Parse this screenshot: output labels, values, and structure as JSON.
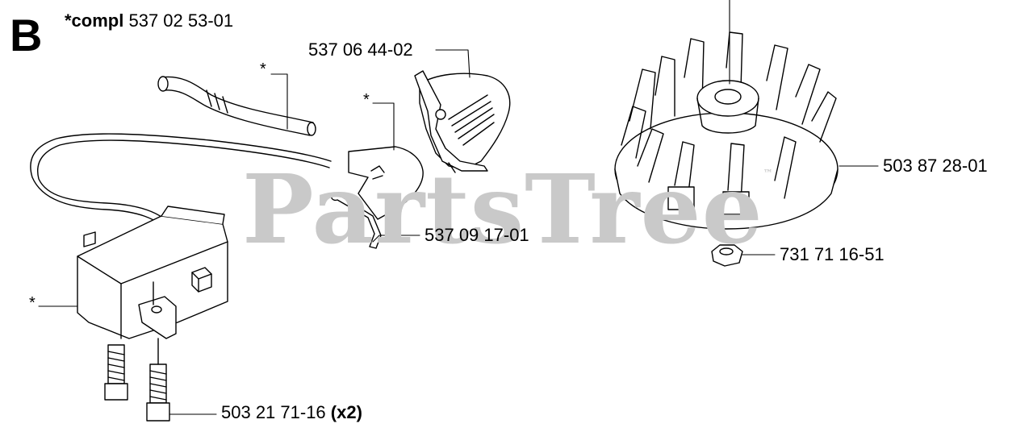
{
  "section": {
    "letter": "B",
    "kit_prefix": "*compl",
    "kit_number": "537 02 53-01"
  },
  "watermark": {
    "text": "PartsTree",
    "mark": "™"
  },
  "callouts": [
    {
      "id": "shroud",
      "part_number": "537 06 44-02"
    },
    {
      "id": "flywheel",
      "part_number": "503 87 28-01"
    },
    {
      "id": "nut",
      "part_number": "731 71 16-51"
    },
    {
      "id": "spring",
      "part_number": "537 09 17-01"
    },
    {
      "id": "screw",
      "part_number": "503 21 71-16",
      "qty": "(x2)"
    }
  ],
  "kit_markers": {
    "fuel_hose": "*",
    "plate": "*",
    "ignition_module": "*"
  },
  "colors": {
    "line": "#000000",
    "watermark": "#c9c9c9",
    "background": "#ffffff"
  }
}
